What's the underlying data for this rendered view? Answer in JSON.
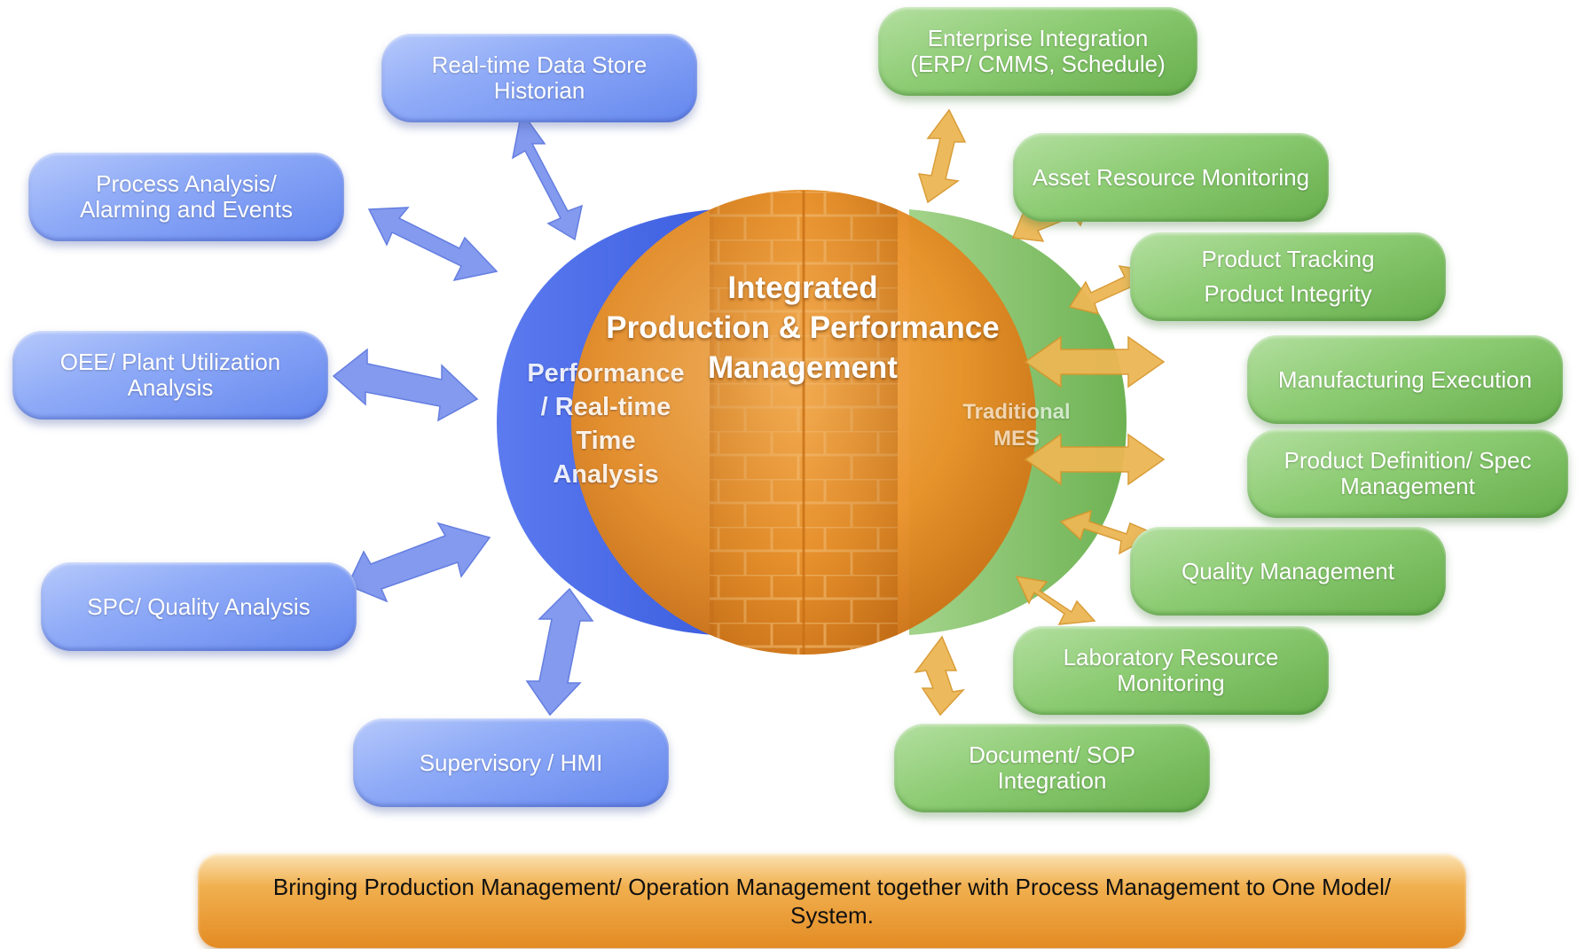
{
  "center": {
    "title_lines": [
      "Integrated",
      "Production & Performance",
      "Management"
    ]
  },
  "left_panel": {
    "label_lines": [
      "Performance",
      "/ Real-time",
      "Time",
      "Analysis"
    ],
    "color": "#5f7ff0"
  },
  "right_panel": {
    "label_lines": [
      "Traditional",
      "MES"
    ],
    "color": "#7cbf5e"
  },
  "left_boxes": [
    {
      "lines": [
        "Real-time Data Store",
        "Historian"
      ]
    },
    {
      "lines": [
        "Process Analysis/",
        "Alarming and Events"
      ]
    },
    {
      "lines": [
        "OEE/ Plant Utilization",
        "Analysis"
      ]
    },
    {
      "lines": [
        "SPC/ Quality Analysis"
      ]
    },
    {
      "lines": [
        "Supervisory / HMI"
      ]
    }
  ],
  "right_boxes": [
    {
      "lines": [
        "Enterprise Integration",
        "(ERP/ CMMS, Schedule)"
      ]
    },
    {
      "lines": [
        "Asset Resource Monitoring"
      ]
    },
    {
      "lines": [
        "Product Tracking",
        "Product Integrity"
      ]
    },
    {
      "lines": [
        "Manufacturing Execution"
      ]
    },
    {
      "lines": [
        "Product Definition/ Spec",
        "Management"
      ]
    },
    {
      "lines": [
        "Quality Management"
      ]
    },
    {
      "lines": [
        "Laboratory  Resource",
        "Monitoring"
      ]
    },
    {
      "lines": [
        "Document/ SOP",
        "Integration"
      ]
    }
  ],
  "footer": {
    "text": "Bringing Production Management/ Operation Management together with Process Management to One Model/ System."
  },
  "colors": {
    "blue_box": "#7b9af3",
    "green_box": "#7cbf5e",
    "orange_circle": "#e98f2a",
    "blue_arrow": "#7d95ee",
    "gold_arrow": "#ecb754"
  }
}
